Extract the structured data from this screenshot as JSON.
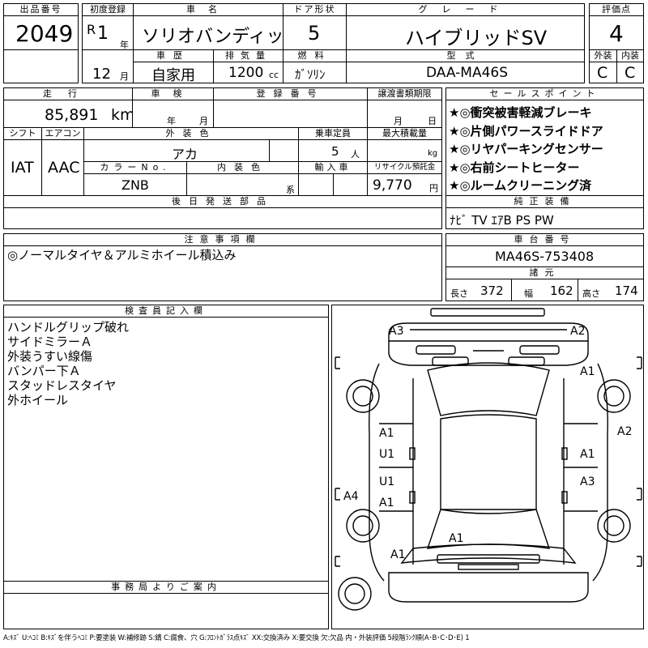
{
  "header": {
    "lot_label": "出品番号",
    "lot_value": "2049",
    "first_reg_label": "初度登録",
    "era": "R",
    "year_num": "1",
    "year_unit": "年",
    "model_label": "車名",
    "model_value": "ソリオバンディット",
    "doors_label": "ドア形状",
    "doors_value": "5",
    "grade_label": "グレード",
    "grade_value": "ハイブリッドSV",
    "score_label": "評価点",
    "score_value": "4",
    "month_num": "12",
    "month_unit": "月",
    "history_label": "車歴",
    "history_value": "自家用",
    "displacement_label": "排気量",
    "displacement_value": "1200",
    "displacement_unit": "cc",
    "fuel_label": "燃料",
    "fuel_value": "ｶﾞｿﾘﾝ",
    "type_label": "型式",
    "type_value": "DAA-MA46S",
    "ext_label": "外装",
    "ext_value": "C",
    "int_label": "内装",
    "int_value": "C"
  },
  "row2": {
    "mileage_label": "走行",
    "mileage_value": "85,891",
    "mileage_unit": "km",
    "inspection_label": "車検",
    "inspection_year": "年",
    "inspection_month": "月",
    "reg_no_label": "登録番号",
    "transfer_label": "譲渡書類期限",
    "transfer_month": "月",
    "transfer_day": "日",
    "shift_label": "シフト",
    "shift_value": "IAT",
    "ac_label": "エアコン",
    "ac_value": "AAC",
    "color_label": "外装色",
    "color_value": "アカ",
    "capacity_label": "乗車定員",
    "capacity_value": "5",
    "capacity_unit": "人",
    "load_label": "最大積載量",
    "load_unit": "kg",
    "color_no_label": "カラーNo.",
    "color_no_value": "ZNB",
    "int_color_label": "内装色",
    "int_color_unit": "系",
    "import_label": "輸入車",
    "recycle_label": "リサイクル預託金",
    "recycle_value": "9,770",
    "recycle_unit": "円",
    "later_parts_label": "後日発送部品"
  },
  "sales_points": {
    "label": "セールスポイント",
    "items": [
      "★◎衝突被害軽減ブレーキ",
      "★◎片側パワースライドドア",
      "★◎リヤパーキングセンサー",
      "★◎右前シートヒーター",
      "★◎ルームクリーニング済"
    ]
  },
  "equipment": {
    "label": "純正装備",
    "value": "ﾅﾋﾞ TV ｴｱB PS PW"
  },
  "notes": {
    "label": "注意事項欄",
    "value": "◎ノーマルタイヤ＆アルミホイール積込み"
  },
  "chassis": {
    "label": "車台番号",
    "value": "MA46S-753408"
  },
  "dims": {
    "label": "諸元",
    "length_label": "長さ",
    "length": "372",
    "width_label": "幅",
    "width": "162",
    "height_label": "高さ",
    "height": "174"
  },
  "inspector": {
    "label": "検査員記入欄",
    "items": [
      "ハンドルグリップ破れ",
      "サイドミラーＡ",
      "外装うすい線傷",
      "バンパー下Ａ",
      "スタッドレスタイヤ",
      "外ホイール"
    ]
  },
  "office": {
    "label": "事務局よりご案内"
  },
  "diagram_labels": {
    "a3_front_left": "A3",
    "a2_front_right": "A2",
    "a1_right_fender": "A1",
    "a2_right_side": "A2",
    "a1_left_door1": "A1",
    "u1_left_door1": "U1",
    "u1_left_door2": "U1",
    "a1_left_door2": "A1",
    "a1_right_door1": "A1",
    "a3_right_door2": "A3",
    "a4_left_side": "A4",
    "a1_rear_glass": "A1",
    "a1_rear_left": "A1"
  },
  "footer": {
    "legend": "A:ｷｽﾞ U:ﾍｺﾐ B:ｷｽﾞを伴うﾍｺﾐ P:要塗装 W:補修跡 S:錆 C:腐食、穴 G:ﾌﾛﾝﾄｶﾞﾗｽ点ｷｽﾞ XX:交換済み X:要交換 欠:欠品 内・外装評価 5段階ﾗﾝｸ順(A･B･C･D･E) 1"
  }
}
